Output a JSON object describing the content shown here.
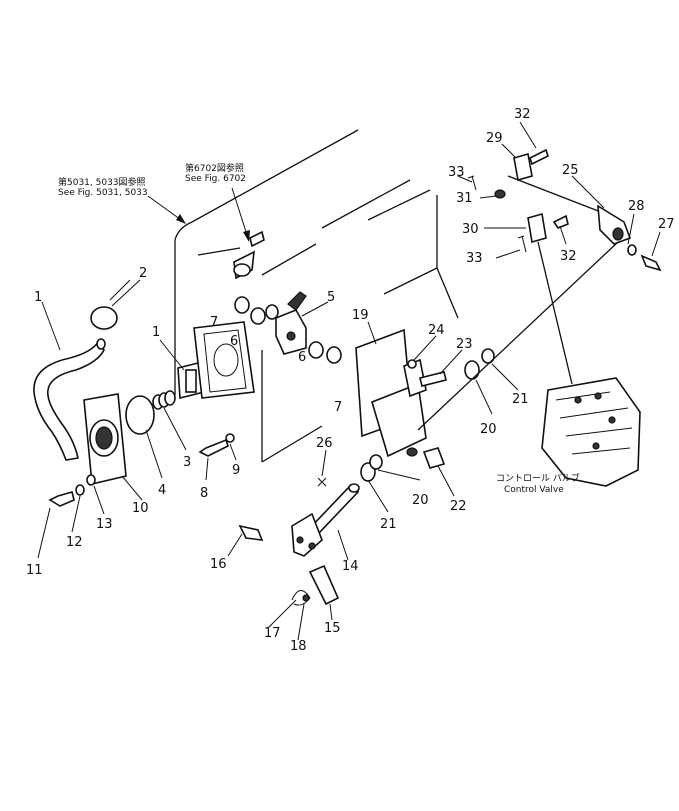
{
  "references": {
    "fig_5031_jp": "第5031, 5033図参照",
    "fig_5031_en": "See Fig. 5031, 5033",
    "fig_6702_jp": "第6702図参照",
    "fig_6702_en": "See Fig. 6702",
    "control_valve_jp": "コントロール バルブ",
    "control_valve_en": "Control Valve"
  },
  "labels": [
    "1",
    "2",
    "1",
    "3",
    "4",
    "5",
    "6",
    "6",
    "7",
    "7",
    "8",
    "9",
    "10",
    "11",
    "12",
    "13",
    "14",
    "15",
    "16",
    "17",
    "18",
    "19",
    "20",
    "20",
    "21",
    "21",
    "22",
    "23",
    "24",
    "25",
    "26",
    "27",
    "28",
    "29",
    "30",
    "31",
    "32",
    "32",
    "33",
    "33"
  ]
}
